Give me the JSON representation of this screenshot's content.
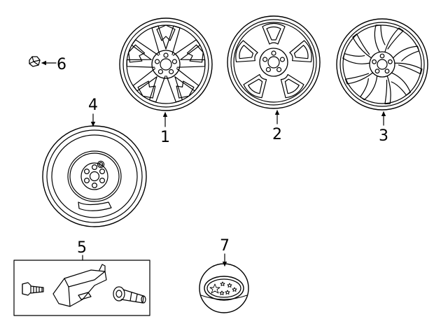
{
  "callouts": {
    "c1": "1",
    "c2": "2",
    "c3": "3",
    "c4": "4",
    "c5": "5",
    "c6": "6",
    "c7": "7"
  },
  "parts": [
    {
      "callout": "1",
      "icon": "alloy-wheel-y-spoke-icon"
    },
    {
      "callout": "2",
      "icon": "alloy-wheel-five-spoke-icon"
    },
    {
      "callout": "3",
      "icon": "alloy-wheel-split-spoke-icon"
    },
    {
      "callout": "4",
      "icon": "spare-steel-wheel-icon"
    },
    {
      "callout": "5",
      "icon": "tire-pressure-sensor-kit-icon"
    },
    {
      "callout": "6",
      "icon": "lug-nut-icon"
    },
    {
      "callout": "7",
      "icon": "center-cap-icon"
    }
  ],
  "colors": {
    "line": "#000000",
    "background": "#ffffff"
  }
}
